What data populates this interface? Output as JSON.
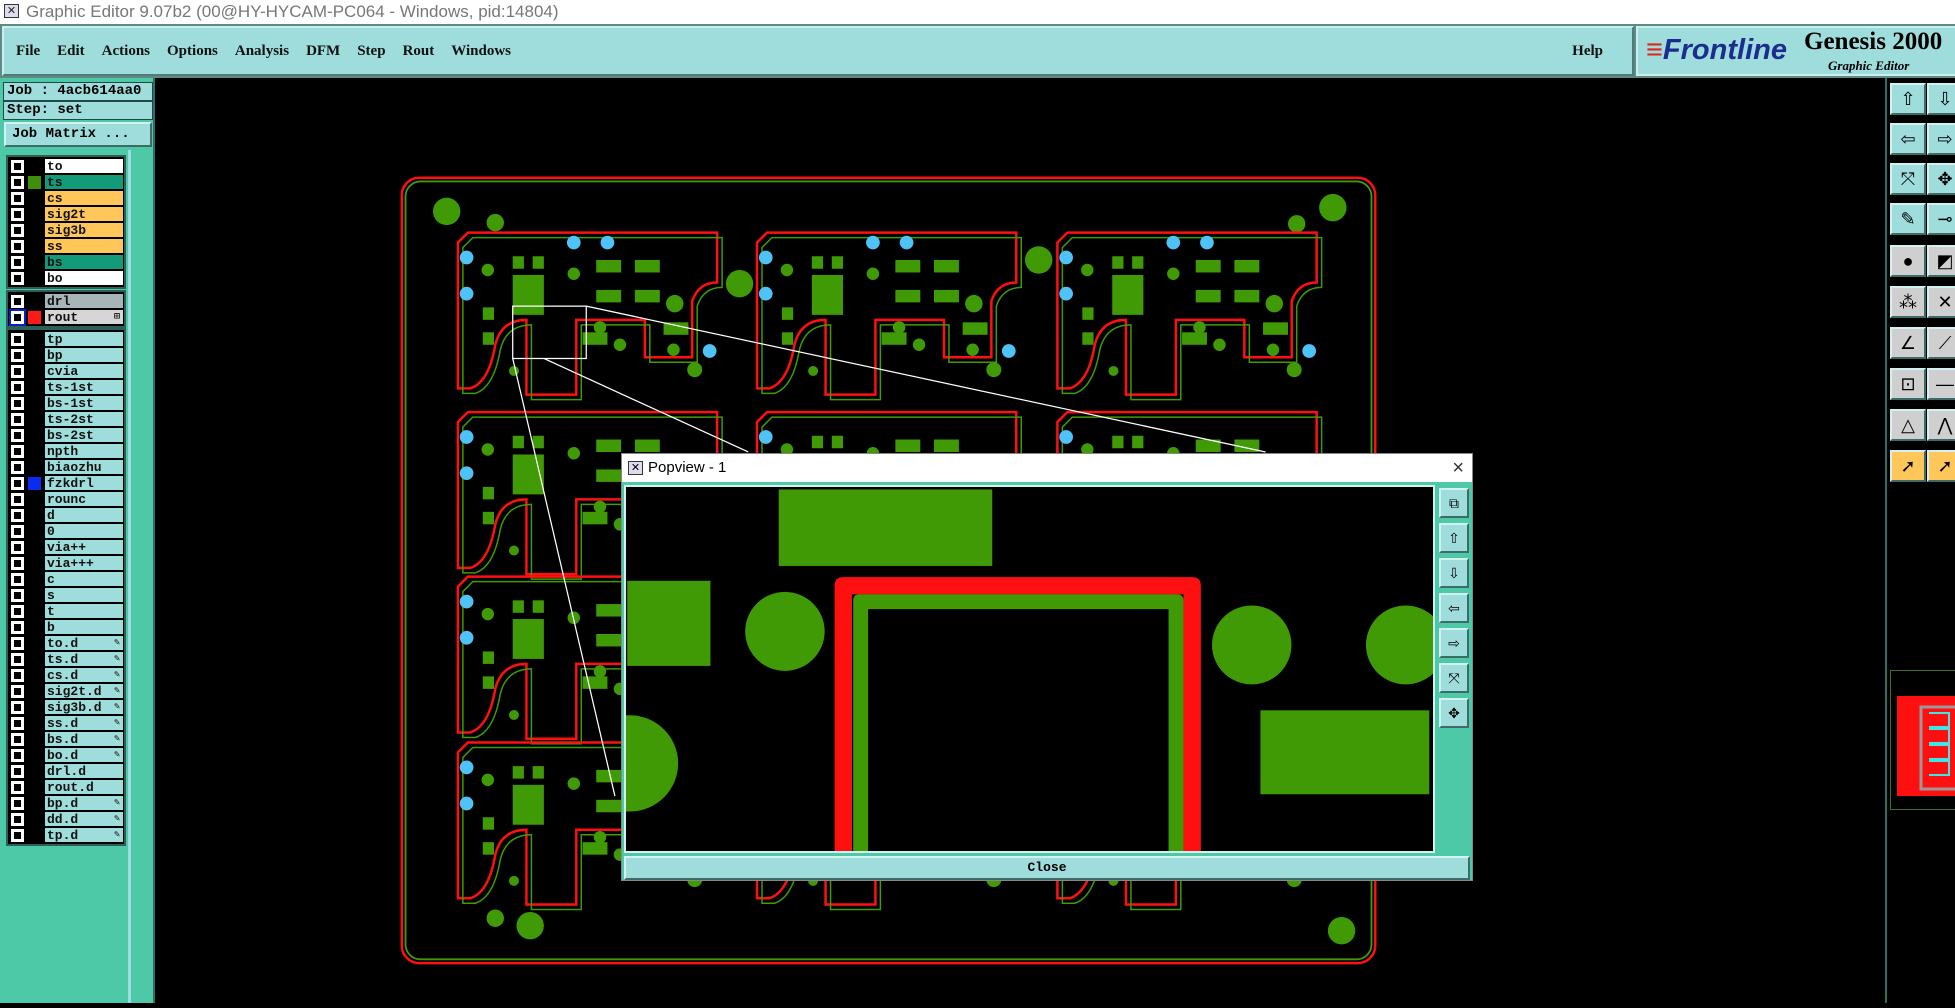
{
  "window": {
    "title": "Graphic Editor 9.07b2 (00@HY-HYCAM-PC064 - Windows, pid:14804)"
  },
  "menu": {
    "items": [
      "File",
      "Edit",
      "Actions",
      "Options",
      "Analysis",
      "DFM",
      "Step",
      "Rout",
      "Windows"
    ],
    "help": "Help"
  },
  "logo": {
    "brand": "Frontline",
    "product": "Genesis 2000",
    "subtitle": "Graphic Editor"
  },
  "job": {
    "job_label": "Job : 4acb614aa0",
    "step_label": "Step: set",
    "matrix_button": "Job Matrix ..."
  },
  "layers": {
    "board": [
      {
        "name": "to",
        "bg": "#ffffff",
        "marker": ""
      },
      {
        "name": "ts",
        "bg": "#139a78",
        "marker": "#3f8f0a"
      },
      {
        "name": "cs",
        "bg": "#ffc65a",
        "marker": ""
      },
      {
        "name": "sig2t",
        "bg": "#ffc65a",
        "marker": ""
      },
      {
        "name": "sig3b",
        "bg": "#ffc65a",
        "marker": ""
      },
      {
        "name": "ss",
        "bg": "#ffc65a",
        "marker": ""
      },
      {
        "name": "bs",
        "bg": "#139a78",
        "marker": ""
      },
      {
        "name": "bo",
        "bg": "#ffffff",
        "marker": ""
      }
    ],
    "drill": [
      {
        "name": "drl",
        "bg": "#a7b4b8",
        "marker": ""
      },
      {
        "name": "rout",
        "bg": "#d6d6d6",
        "marker": "#ff1a1a",
        "selected": true,
        "edit": "⊞"
      }
    ],
    "misc": [
      {
        "name": "tp"
      },
      {
        "name": "bp"
      },
      {
        "name": "cvia"
      },
      {
        "name": "ts-1st"
      },
      {
        "name": "bs-1st"
      },
      {
        "name": "ts-2st"
      },
      {
        "name": "bs-2st"
      },
      {
        "name": "npth"
      },
      {
        "name": "biaozhu"
      },
      {
        "name": "fzkdrl",
        "marker": "#0a2cf0"
      },
      {
        "name": "rounc"
      },
      {
        "name": "d"
      },
      {
        "name": "0"
      },
      {
        "name": "via++"
      },
      {
        "name": "via+++"
      },
      {
        "name": "c"
      },
      {
        "name": "s"
      },
      {
        "name": "t"
      },
      {
        "name": "b"
      },
      {
        "name": "to.d",
        "edit": "✎"
      },
      {
        "name": "ts.d",
        "edit": "✎"
      },
      {
        "name": "cs.d",
        "edit": "✎"
      },
      {
        "name": "sig2t.d",
        "edit": "✎"
      },
      {
        "name": "sig3b.d",
        "edit": "✎"
      },
      {
        "name": "ss.d",
        "edit": "✎"
      },
      {
        "name": "bs.d",
        "edit": "✎"
      },
      {
        "name": "bo.d",
        "edit": "✎"
      },
      {
        "name": "drl.d"
      },
      {
        "name": "rout.d"
      },
      {
        "name": "bp.d",
        "edit": "✎"
      },
      {
        "name": "dd.d",
        "edit": "✎"
      },
      {
        "name": "tp.d",
        "edit": "✎"
      }
    ]
  },
  "popup": {
    "title": "Popview - 1",
    "close_label": "Close",
    "close_x": "×"
  },
  "colors": {
    "copper": "#3f9a06",
    "rout": "#ff1010",
    "drill": "#4fc3f7",
    "panel": "#9fdcdc",
    "accent": "#4ec9a8"
  }
}
